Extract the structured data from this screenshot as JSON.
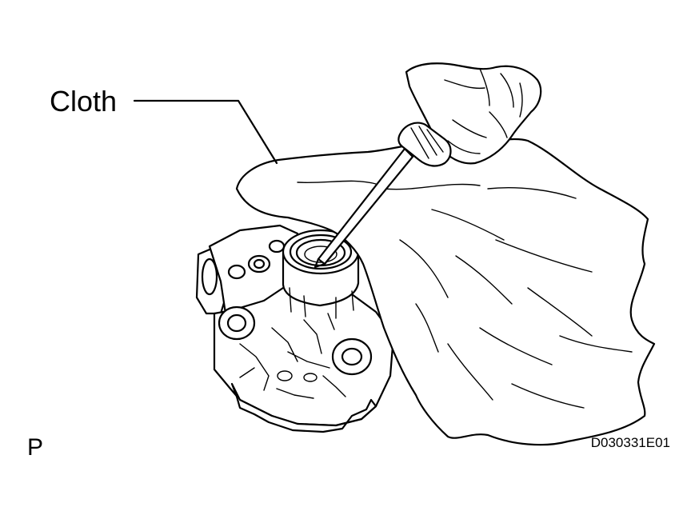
{
  "callout": {
    "cloth_label": "Cloth"
  },
  "corner_label": "P",
  "figure_code": "D030331E01",
  "colors": {
    "ink": "#000000",
    "background": "#ffffff"
  }
}
